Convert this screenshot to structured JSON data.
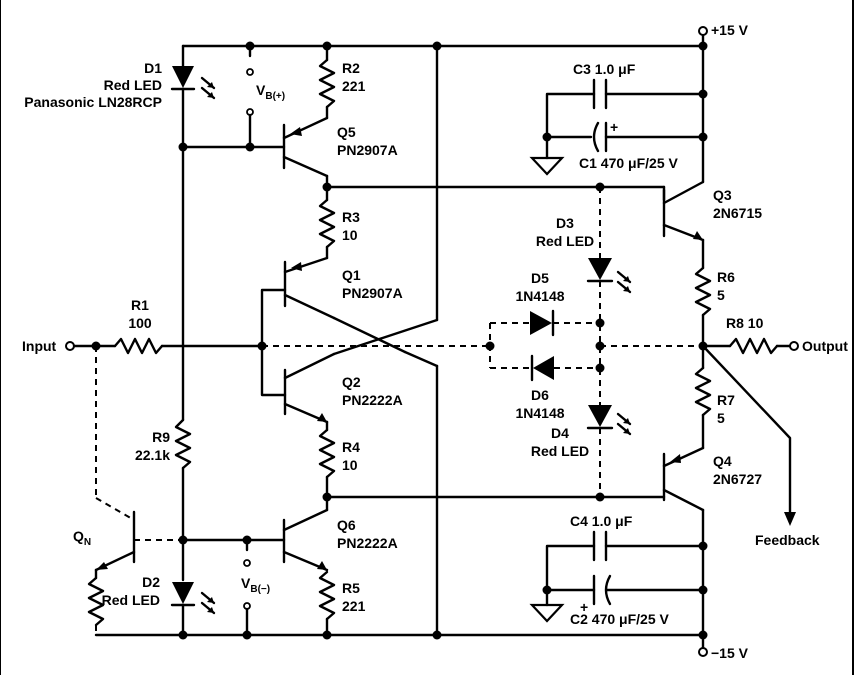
{
  "rails": {
    "positive": "+15 V",
    "negative": "−15 V"
  },
  "terminals": {
    "input": "Input",
    "output": "Output",
    "feedback": "Feedback"
  },
  "diodes": {
    "D1": {
      "ref": "D1",
      "type": "Red LED",
      "part": "Panasonic LN28RCP"
    },
    "D2": {
      "ref": "D2",
      "type": "Red LED"
    },
    "D3": {
      "ref": "D3",
      "type": "Red LED"
    },
    "D4": {
      "ref": "D4",
      "type": "Red LED"
    },
    "D5": {
      "ref": "D5",
      "part": "1N4148"
    },
    "D6": {
      "ref": "D6",
      "part": "1N4148"
    }
  },
  "transistors": {
    "Q1": {
      "ref": "Q1",
      "part": "PN2907A"
    },
    "Q2": {
      "ref": "Q2",
      "part": "PN2222A"
    },
    "Q3": {
      "ref": "Q3",
      "part": "2N6715"
    },
    "Q4": {
      "ref": "Q4",
      "part": "2N6727"
    },
    "Q5": {
      "ref": "Q5",
      "part": "PN2907A"
    },
    "Q6": {
      "ref": "Q6",
      "part": "PN2222A"
    },
    "QN": {
      "ref": "Q",
      "subscript": "N"
    }
  },
  "resistors": {
    "R1": {
      "ref": "R1",
      "value": "100"
    },
    "R2": {
      "ref": "R2",
      "value": "221"
    },
    "R3": {
      "ref": "R3",
      "value": "10"
    },
    "R4": {
      "ref": "R4",
      "value": "10"
    },
    "R5": {
      "ref": "R5",
      "value": "221"
    },
    "R6": {
      "ref": "R6",
      "value": "5"
    },
    "R7": {
      "ref": "R7",
      "value": "5"
    },
    "R8": {
      "ref": "R8",
      "value": "10"
    },
    "R9": {
      "ref": "R9",
      "value": "22.1k"
    }
  },
  "capacitors": {
    "C1": {
      "label": "C1  470 μF/25 V"
    },
    "C2": {
      "label": "C2  470 μF/25 V"
    },
    "C3": {
      "label": "C3  1.0 μF"
    },
    "C4": {
      "label": "C4  1.0 μF"
    }
  },
  "bias": {
    "vb_pos": {
      "main": "V",
      "sub": "B(+)"
    },
    "vb_neg": {
      "main": "V",
      "sub": "B(−)"
    }
  },
  "polarity": {
    "plus": "+"
  }
}
